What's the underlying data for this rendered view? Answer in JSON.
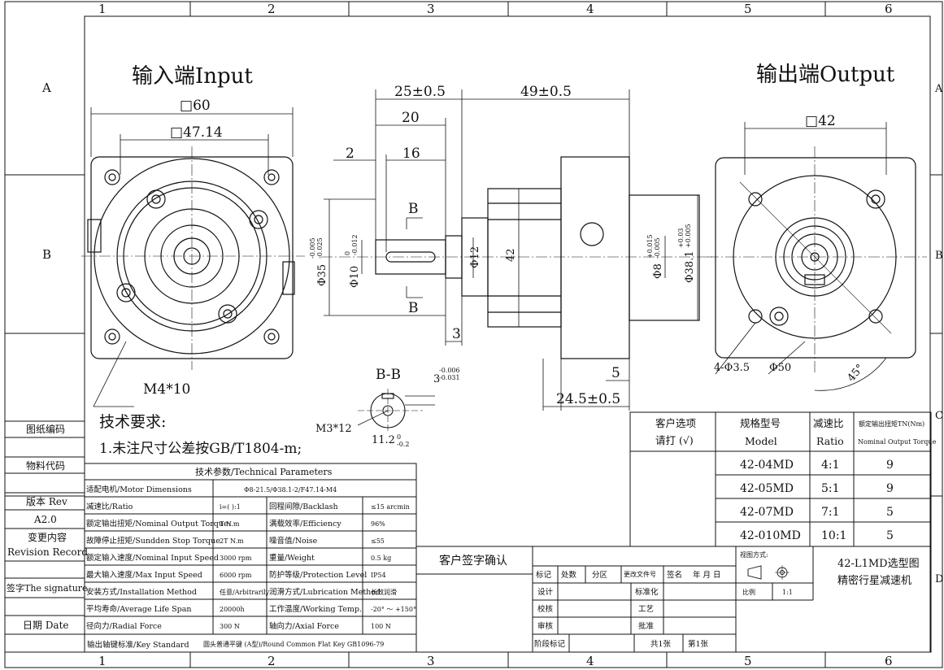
{
  "border": {
    "columns": [
      "1",
      "2",
      "3",
      "4",
      "5",
      "6"
    ],
    "rows": [
      "A",
      "B",
      "C",
      "D"
    ]
  },
  "views": {
    "input_title": "输入端Input",
    "output_title": "输出端Output",
    "section_title": "B-B"
  },
  "dimensions": {
    "in_sq60": "60",
    "in_sq4714": "47.14",
    "in_hole": "M4*10",
    "len_25": "25±0.5",
    "len_49": "49±0.5",
    "len_20": "20",
    "len_2": "2",
    "len_16": "16",
    "len_3": "3",
    "len_5": "5",
    "len_245": "24.5±0.5",
    "phi35": "Φ35",
    "phi35_tol": "-0.005\n-0.025",
    "phi10": "Φ10",
    "phi10_tol": "0\n-0.012",
    "phi12": "Φ12",
    "dim42": "42",
    "phi8": "Φ8",
    "phi8_tol": "+0.015\n-0.005",
    "phi381": "Φ38.1",
    "phi381_tol": "+0.03\n+0.005",
    "sect_b": "B",
    "key_3": "3",
    "key_3_tol": "-0.006\n-0.031",
    "key_m3": "M3*12",
    "key_112": "11.2",
    "key_112_tol": "0\n-0.2",
    "out_sq42": "42",
    "out_holes": "4-Φ3.5",
    "out_phi50": "Φ50",
    "out_angle": "45°"
  },
  "notes": {
    "title": "技术要求:",
    "item1": "1.未注尺寸公差按GB/T1804-m;"
  },
  "left_strip": {
    "drawing_no": "图纸编码",
    "material_code": "物料代码",
    "version": "版本 Rev",
    "version_val": "A2.0",
    "change_cn": "变更内容",
    "change_en": "Revision Record",
    "signature": "签字The signature",
    "date": "日期 Date"
  },
  "tech_params": {
    "title": "技术参数/Technical Parameters",
    "rows": [
      {
        "l1": "适配电机/Motor Dimensions",
        "v1": "Φ8-21.5/Φ38.1-2/F47.14-M4",
        "l2": "",
        "v2": ""
      },
      {
        "l1": "减速比/Ratio",
        "v1": "i=( ):1",
        "l2": "回程间隙/Backlash",
        "v2": "≤15 arcmin"
      },
      {
        "l1": "额定输出扭矩/Nominal Output Torque:",
        "v1": "T N.m",
        "l2": "满载效率/Efficiency",
        "v2": "96%"
      },
      {
        "l1": "故障停止扭矩/Sundden Stop Torque",
        "v1": "2T N.m",
        "l2": "噪音值/Noise",
        "v2": "≤55"
      },
      {
        "l1": "额定输入速度/Nominal Input Speed",
        "v1": "3000 rpm",
        "l2": "重量/Weight",
        "v2": "0.5 kg"
      },
      {
        "l1": "最大输入速度/Max Input Speed",
        "v1": "6000 rpm",
        "l2": "防护等级/Protection Level",
        "v2": "IP54"
      },
      {
        "l1": "安装方式/Installation Method",
        "v1": "任意/Arbitrarily",
        "l2": "润滑方式/Lubrication Method",
        "v2": "长效润滑"
      },
      {
        "l1": "平均寿命/Average Life Span",
        "v1": "20000h",
        "l2": "工作温度/Working Temp.",
        "v2": "-20° ～ +150°"
      },
      {
        "l1": "径向力/Radial Force",
        "v1": "300 N",
        "l2": "轴向力/Axial Force",
        "v2": "100 N"
      }
    ],
    "key_label": "输出轴键标准/Key Standard",
    "key_value": "圆头普通平键 (A型)/Round Common Flat Key GB1096-79"
  },
  "model_table": {
    "h_select_cn": "客户选项",
    "h_select_mark": "请打 (√)",
    "h_model_cn": "规格型号",
    "h_model_en": "Model",
    "h_ratio_cn": "减速比",
    "h_ratio_en": "Ratio",
    "h_torque_cn": "额定输出扭矩TN(Nm)",
    "h_torque_en": "Nominal Output Torque",
    "rows": [
      {
        "model": "42-04MD",
        "ratio": "4:1",
        "torque": "9"
      },
      {
        "model": "42-05MD",
        "ratio": "5:1",
        "torque": "9"
      },
      {
        "model": "42-07MD",
        "ratio": "7:1",
        "torque": "5"
      },
      {
        "model": "42-010MD",
        "ratio": "10:1",
        "torque": "5"
      }
    ]
  },
  "title_block": {
    "customer_sign": "客户签字确认",
    "mark": "标记",
    "count": "处数",
    "zone": "分区",
    "change_no": "更改文件号",
    "sign": "签名",
    "ymd": "年 月 日",
    "design": "设计",
    "standard": "标准化",
    "check": "校核",
    "craft": "工艺",
    "review": "审核",
    "approve": "批准",
    "stage": "阶段标记",
    "sheets_total": "共1张",
    "sheet_no": "第1张",
    "view_method": "视图方式:",
    "scale_label": "比例",
    "scale_value": "1:1",
    "doc_title1": "42-L1MD选型图",
    "doc_title2": "精密行星减速机"
  }
}
